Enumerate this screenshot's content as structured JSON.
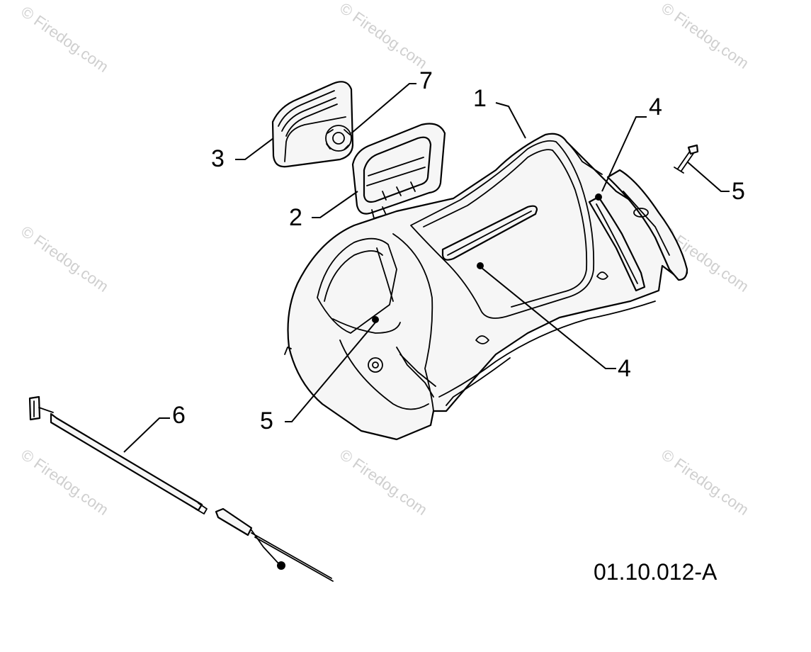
{
  "diagram": {
    "drawing_number": "01.10.012-A",
    "watermark_text": "© Firedog.com",
    "callouts": [
      {
        "id": "1",
        "label": "1"
      },
      {
        "id": "2",
        "label": "2"
      },
      {
        "id": "3",
        "label": "3"
      },
      {
        "id": "4a",
        "label": "4"
      },
      {
        "id": "4b",
        "label": "4"
      },
      {
        "id": "5a",
        "label": "5"
      },
      {
        "id": "5b",
        "label": "5"
      },
      {
        "id": "6",
        "label": "6"
      },
      {
        "id": "7",
        "label": "7"
      }
    ]
  }
}
